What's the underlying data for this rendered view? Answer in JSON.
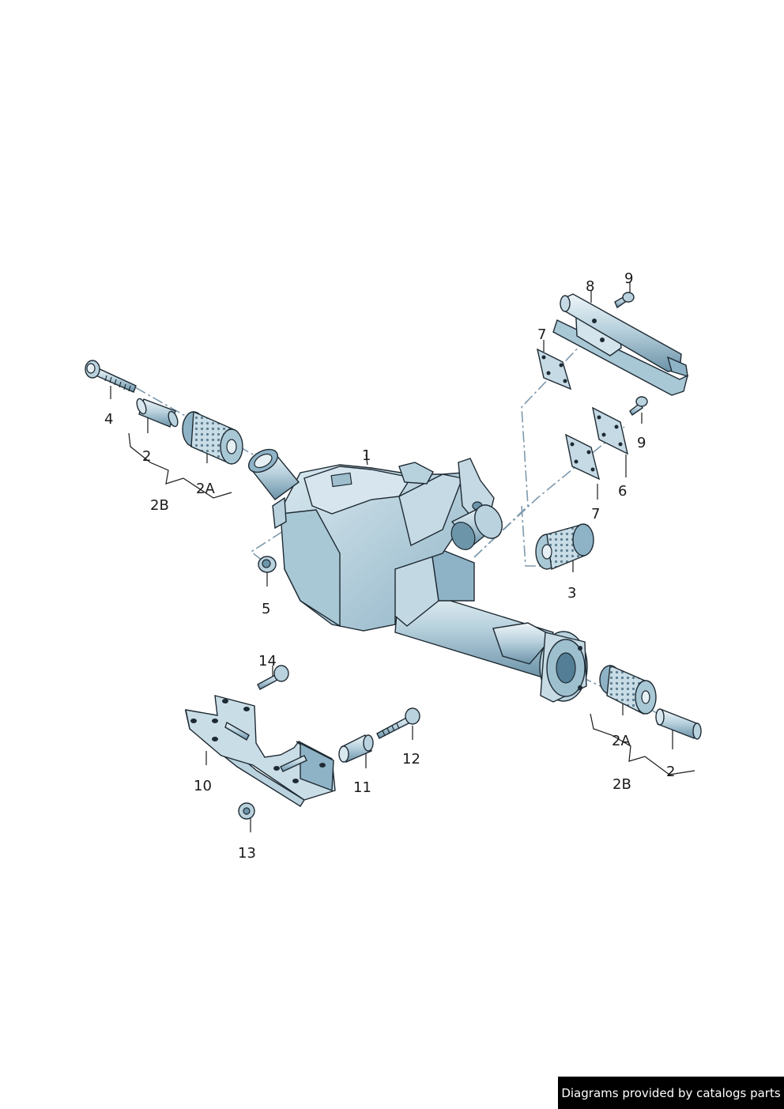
{
  "labels": {
    "l1": "1",
    "l2_left": "2",
    "l2a_left": "2A",
    "l2b_left": "2B",
    "l3": "3",
    "l4": "4",
    "l5": "5",
    "l6": "6",
    "l7_top": "7",
    "l7_mid": "7",
    "l8": "8",
    "l9_top": "9",
    "l9_mid": "9",
    "l10": "10",
    "l11": "11",
    "l12": "12",
    "l13": "13",
    "l14": "14",
    "l2_right": "2",
    "l2a_right": "2A",
    "l2b_right": "2B"
  },
  "credit": "Diagrams provided by catalogs parts",
  "colors": {
    "part_fill": "#cfe1ea",
    "part_shade": "#8fb3c6",
    "part_dark": "#5e889f",
    "outline": "#1e2a33",
    "centerline": "#7e9aad"
  }
}
